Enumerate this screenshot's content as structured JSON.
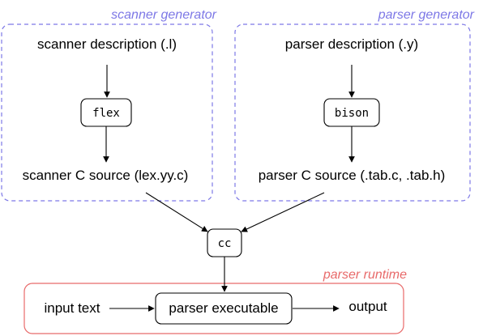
{
  "groups": {
    "scanner": {
      "title": "scanner generator",
      "color": "#7d78e6"
    },
    "parser": {
      "title": "parser generator",
      "color": "#7d78e6"
    },
    "runtime": {
      "title": "parser runtime",
      "color": "#e86a6a"
    }
  },
  "nodes": {
    "scanner_desc": "scanner description (.l)",
    "flex": "flex",
    "scanner_src": "scanner C  source (lex.yy.c)",
    "parser_desc": "parser description (.y)",
    "bison": "bison",
    "parser_src": "parser C  source (.tab.c, .tab.h)",
    "cc": "cc",
    "input": "input text",
    "executable": "parser executable",
    "output": "output"
  }
}
